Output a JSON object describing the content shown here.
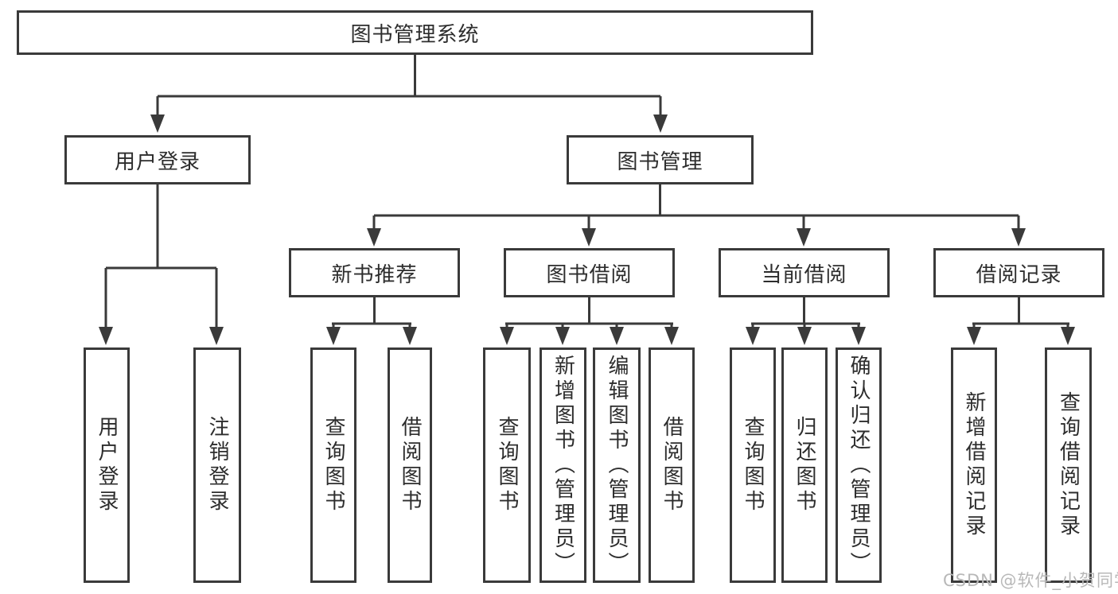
{
  "colors": {
    "line": "#3a3a3a",
    "box_border": "#3a3a3a",
    "text": "#2d2d2d",
    "background": "#ffffff",
    "watermark": "#b8b8b8"
  },
  "tree": {
    "root": {
      "label": "图书管理系统"
    },
    "user_login": {
      "label": "用户登录",
      "children": [
        {
          "label": "用户登录"
        },
        {
          "label": "注销登录"
        }
      ]
    },
    "book_management": {
      "label": "图书管理",
      "children": [
        {
          "label": "新书推荐",
          "children": [
            {
              "label": "查询图书"
            },
            {
              "label": "借阅图书"
            }
          ]
        },
        {
          "label": "图书借阅",
          "children": [
            {
              "label": "查询图书"
            },
            {
              "label": "新增图书（管理员）"
            },
            {
              "label": "编辑图书（管理员）"
            },
            {
              "label": "借阅图书"
            }
          ]
        },
        {
          "label": "当前借阅",
          "children": [
            {
              "label": "查询图书"
            },
            {
              "label": "归还图书"
            },
            {
              "label": "确认归还（管理员）"
            }
          ]
        },
        {
          "label": "借阅记录",
          "children": [
            {
              "label": "新增借阅记录"
            },
            {
              "label": "查询借阅记录"
            }
          ]
        }
      ]
    }
  },
  "watermark": {
    "text": "CSDN @软件_小贺同学"
  }
}
